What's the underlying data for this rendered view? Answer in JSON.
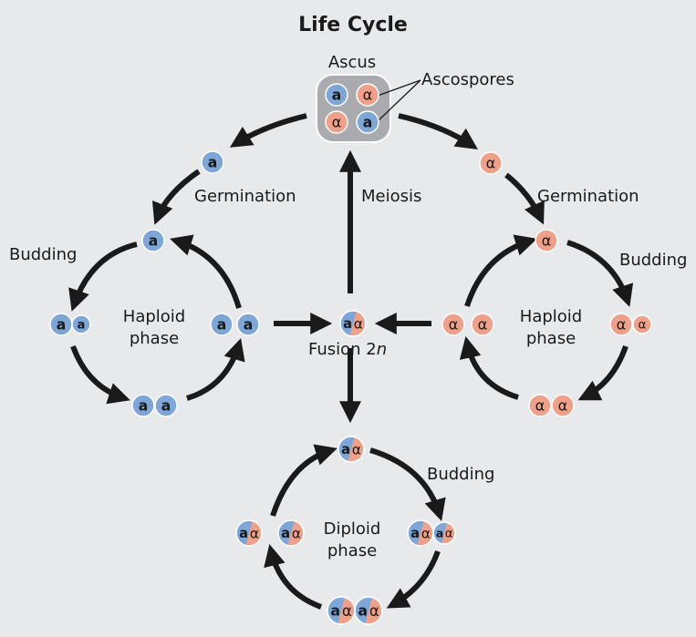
{
  "title": "Life Cycle",
  "labels": {
    "ascus": "Ascus",
    "ascospores": "Ascospores",
    "germination_left": "Germination",
    "germination_right": "Germination",
    "meiosis": "Meiosis",
    "budding_left": "Budding",
    "budding_right": "Budding",
    "budding_bottom": "Budding",
    "haploid_left_1": "Haploid",
    "haploid_left_2": "phase",
    "haploid_right_1": "Haploid",
    "haploid_right_2": "phase",
    "diploid_1": "Diploid",
    "diploid_2": "phase",
    "fusion": "Fusion 2",
    "fusion_n": "n"
  },
  "symbols": {
    "a": "a",
    "alpha": "α"
  },
  "colors": {
    "a_cell": "#7da7d9",
    "alpha_cell": "#f0a088",
    "ascus": "#a9abae",
    "arrow": "#1a1a1a",
    "background": "#e8e9eb"
  }
}
